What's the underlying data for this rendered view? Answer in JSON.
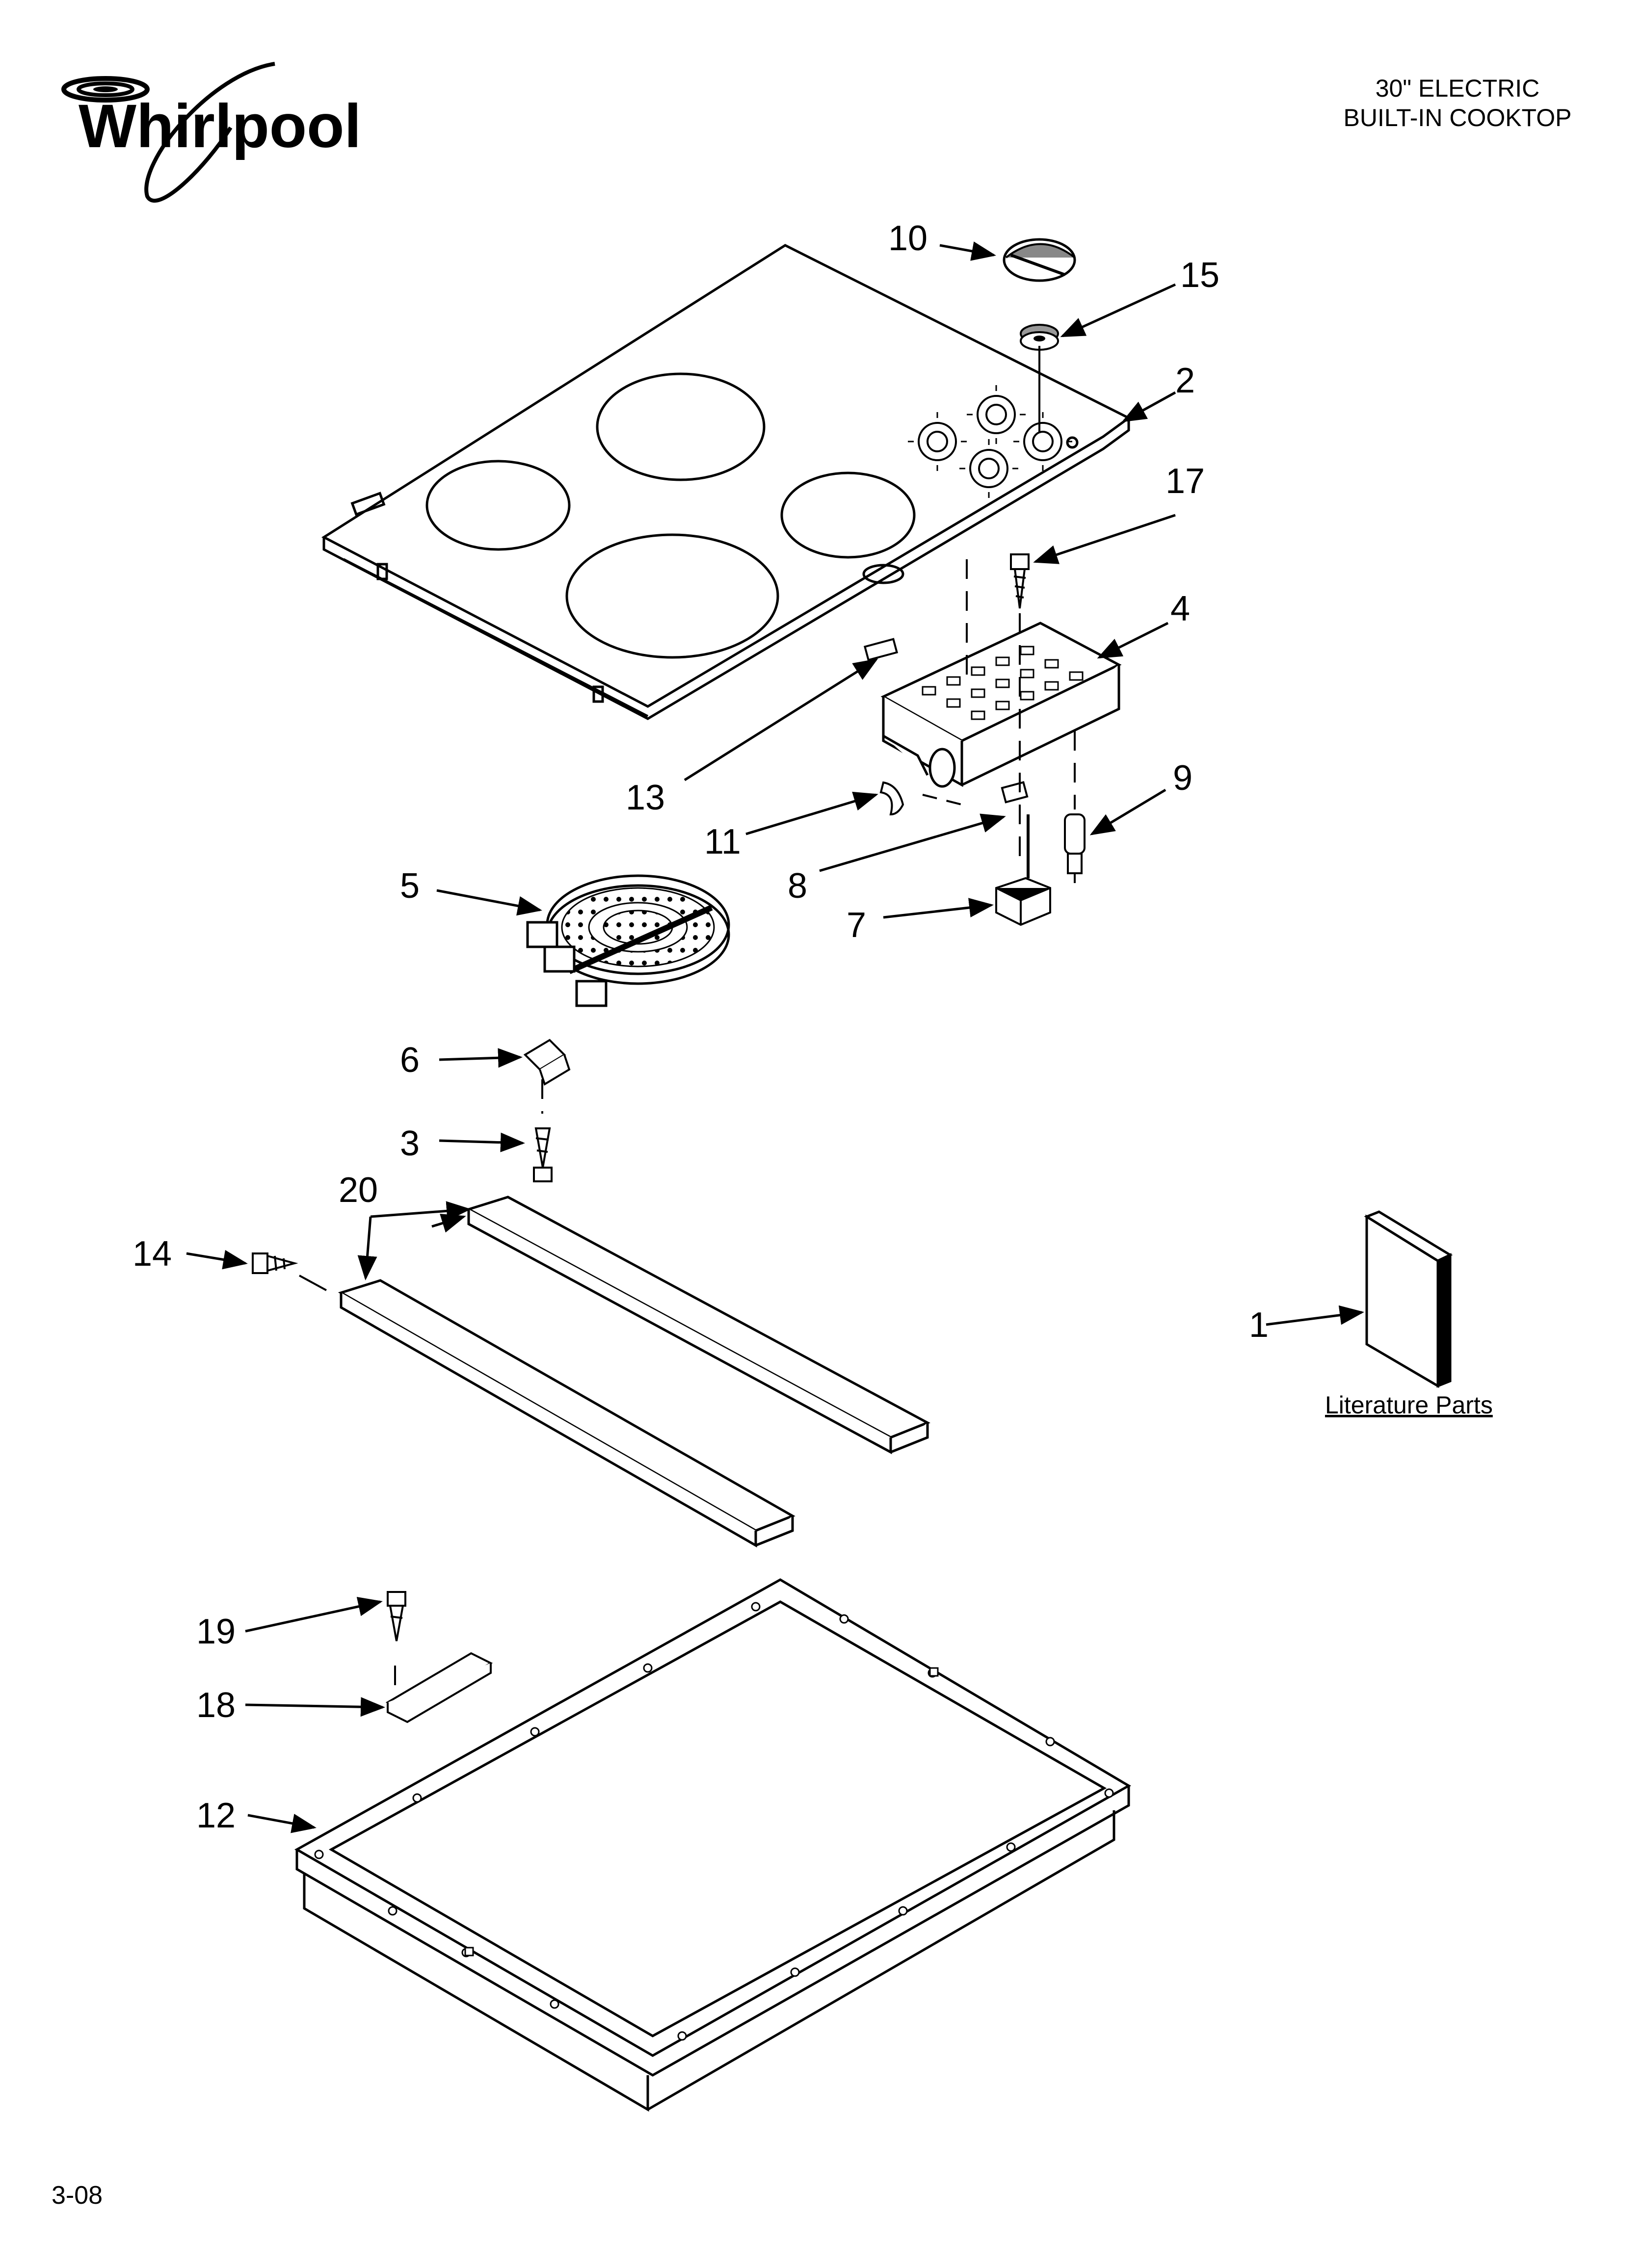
{
  "header": {
    "brand": "Whirlpool",
    "title_line1": "30\" ELECTRIC",
    "title_line2": "BUILT-IN COOKTOP"
  },
  "literature_label": "Literature Parts",
  "footer": {
    "code": "3-08"
  },
  "callouts": {
    "c10": "10",
    "c15": "15",
    "c2": "2",
    "c17": "17",
    "c4": "4",
    "c13": "13",
    "c11": "11",
    "c9": "9",
    "c8": "8",
    "c7": "7",
    "c5": "5",
    "c6": "6",
    "c3": "3",
    "c20": "20",
    "c14": "14",
    "c1": "1",
    "c19": "19",
    "c18": "18",
    "c12": "12"
  }
}
